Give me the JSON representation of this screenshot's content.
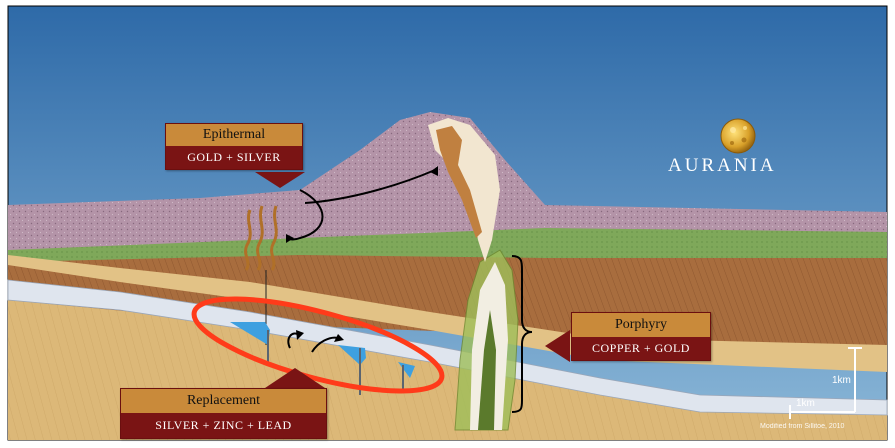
{
  "brand": {
    "name": "AURANIA",
    "logo_icon": "gold-nugget-icon"
  },
  "labels": {
    "epithermal": {
      "title": "Epithermal",
      "subtitle": "GOLD + SILVER"
    },
    "porphyry": {
      "title": "Porphyry",
      "subtitle": "COPPER + GOLD"
    },
    "replacement": {
      "title": "Replacement",
      "subtitle": "SILVER + ZINC + LEAD"
    }
  },
  "scale": {
    "vertical": "1km",
    "horizontal": "1km"
  },
  "credit": "Modified from Sillitoe, 2010",
  "colors": {
    "sky": "#3f7fb6",
    "volcanic": "#b494a8",
    "green_layer": "#7fa85a",
    "brown_layer": "#a86d3e",
    "sand_layer": "#dcb878",
    "limestone_band": "#dfe5ee",
    "highlight_ellipse": "#ff3b1a",
    "label_gold": "#c98a3a",
    "label_maroon": "#7a1414"
  }
}
